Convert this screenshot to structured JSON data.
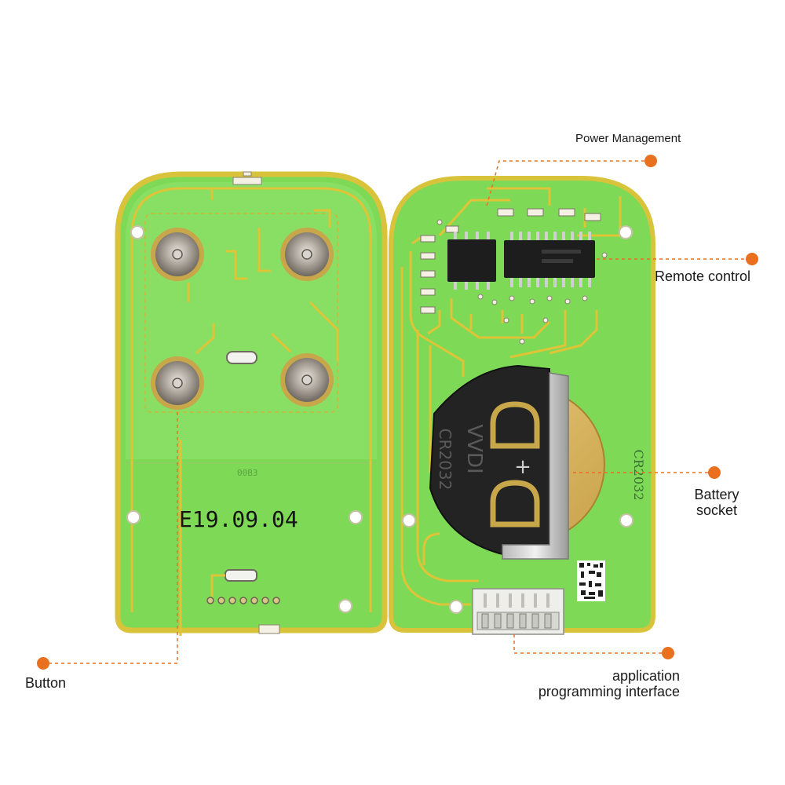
{
  "callouts": {
    "power_management": "Power Management",
    "remote_control": "Remote control",
    "battery_socket_line1": "Battery",
    "battery_socket_line2": "socket",
    "api_line1": "application",
    "api_line2": "programming interface",
    "button": "Button"
  },
  "board_text": {
    "date_code": "E19.09.04",
    "battery_type": "CR2032",
    "holder_brand": "VVDI",
    "holder_type": "CR2032",
    "small_marking": "00B3"
  },
  "colors": {
    "pcb_green": "#7ed957",
    "trace_gold": "#e0c437",
    "callout_orange": "#e8701e",
    "holder_black": "#232323"
  }
}
